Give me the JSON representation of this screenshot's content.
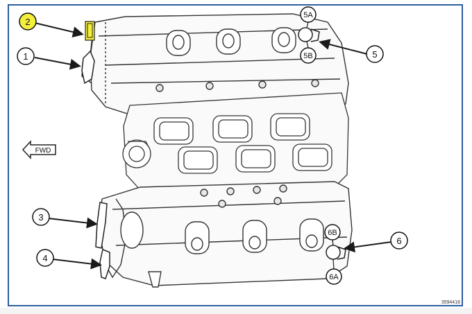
{
  "figure": {
    "fwd_label": "FWD",
    "figure_number": "3594418",
    "callouts": [
      {
        "id": "callout-1",
        "label": "1"
      },
      {
        "id": "callout-2",
        "label": "2",
        "highlight": "#f4ee3c"
      },
      {
        "id": "callout-3",
        "label": "3"
      },
      {
        "id": "callout-4",
        "label": "4"
      },
      {
        "id": "callout-5",
        "label": "5"
      },
      {
        "id": "callout-5a",
        "label": "5A"
      },
      {
        "id": "callout-5b",
        "label": "5B"
      },
      {
        "id": "callout-6",
        "label": "6"
      },
      {
        "id": "callout-6a",
        "label": "6A"
      },
      {
        "id": "callout-6b",
        "label": "6B"
      }
    ]
  },
  "colors": {
    "frame_border": "#2b5c9e",
    "line": "#1a1a1a",
    "highlight": "#f4ee3c"
  }
}
